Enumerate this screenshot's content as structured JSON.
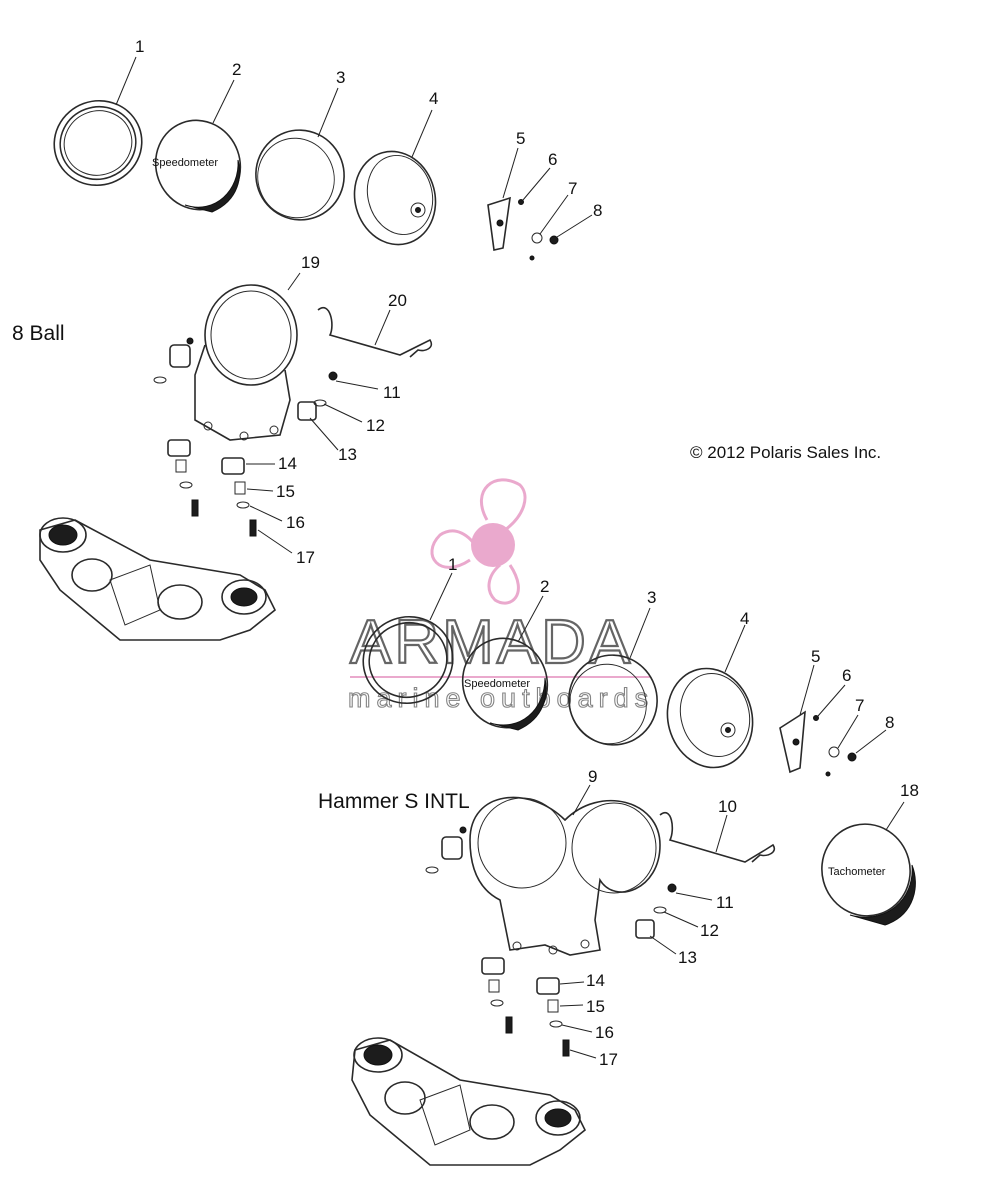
{
  "sections": {
    "top": {
      "title": "8 Ball"
    },
    "bottom": {
      "title": "Hammer S INTL"
    }
  },
  "copyright": "© 2012 Polaris Sales Inc.",
  "gauge_labels": {
    "speedometer": "Speedometer",
    "tachometer": "Tachometer"
  },
  "watermark": {
    "brand": "ARMADA",
    "tagline": "marine outboards",
    "accent_color": "#e8a0c8"
  },
  "callouts": {
    "top": [
      "1",
      "2",
      "3",
      "4",
      "5",
      "6",
      "7",
      "8",
      "19",
      "20",
      "11",
      "12",
      "13",
      "14",
      "15",
      "16",
      "17"
    ],
    "bottom": [
      "1",
      "2",
      "3",
      "4",
      "5",
      "6",
      "7",
      "8",
      "9",
      "10",
      "18",
      "11",
      "12",
      "13",
      "14",
      "15",
      "16",
      "17"
    ]
  }
}
